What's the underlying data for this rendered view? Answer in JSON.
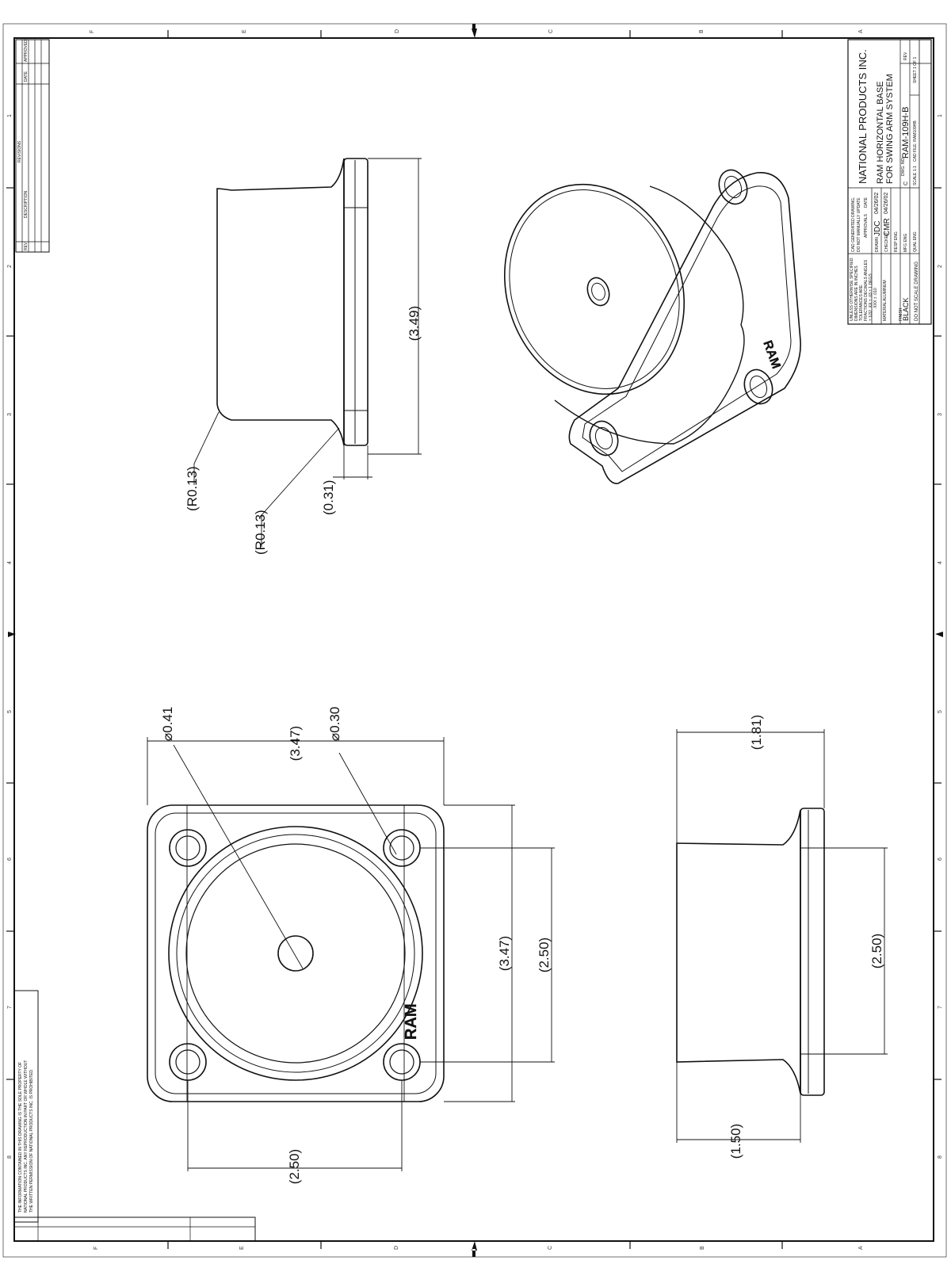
{
  "title_block": {
    "company": "NATIONAL PRODUCTS INC.",
    "part_title_line1": "RAM HORIZONTAL BASE",
    "part_title_line2": "FOR SWING ARM SYSTEM",
    "drawing_number": "RAM-109H-B",
    "size": "C",
    "dwg_no_label": "DWG. NO.",
    "rev_label": "REV",
    "scale_label": "SCALE 1:1",
    "cad_file": "CAD FILE: RAM109HB",
    "sheet": "SHEET 1 OF 1",
    "cad_note_1": "CAD GENERATED DRAWING,",
    "cad_note_2": "DO NOT MANUALLY UPDATE",
    "tolerance_1": "UNLESS OTHERWISE SPECIFIED:",
    "tolerance_2": "DIMENSIONS ARE IN INCHES",
    "tolerance_3": "TOLERANCES ARE:",
    "tolerance_4": "FRACTIONS  DECIMALS  ANGLES",
    "tolerance_5": "± 1/32   .XX ± .03   ± 1 DEGS",
    "tolerance_6": ".XXX ± .010",
    "material_label": "MATERIAL",
    "material": "ALUMINUM",
    "finish_label": "FINISH",
    "finish": "BLACK",
    "do_not_scale": "DO NOT SCALE DRAWING",
    "approvals_label": "APPROVALS",
    "date_label": "DATE",
    "drawn_label": "DRAWN",
    "drawn_by": "JDC",
    "drawn_date": "04/26/02",
    "checked_label": "CHECKED",
    "checked_by": "CMR",
    "checked_date": "04/26/02",
    "resp_eng": "RESP ENG",
    "mfg_eng": "MFG ENG",
    "qual_eng": "QUAL ENG"
  },
  "revision_block": {
    "title": "REVISIONS",
    "rev": "REV",
    "description": "DESCRIPTION",
    "date": "DATE",
    "approved": "APPROVED"
  },
  "proprietary_note": {
    "line1": "THE INFORMATION CONTAINED IN THIS DRAWING IS THE SOLE PROPERTY OF",
    "line2": "NATIONAL PRODUCTS INC. ANY REPRODUCTION IN PART OR WHOLE WITHOUT",
    "line3": "THE WRITTEN PERMISSION OF NATIONAL PRODUCTS INC. IS PROHIBITED."
  },
  "brand_mark": "RAM",
  "dimensions": {
    "side_height": "(3.49)",
    "side_flange": "(0.31)",
    "fillet_upper": "(R0.13)",
    "fillet_lower": "(R0.13)",
    "hole_center_dia": "⌀0.41",
    "hole_mount_dia": "⌀0.30",
    "base_width_top": "(3.47)",
    "base_width_side": "(3.47)",
    "hole_spacing_side": "(2.50)",
    "hole_spacing_bottom": "(2.50)",
    "profile_height": "(1.81)",
    "profile_spacing": "(2.50)",
    "profile_flange": "(1.50)"
  },
  "zones": {
    "numbers": [
      "1",
      "2",
      "3",
      "4",
      "5",
      "6",
      "7",
      "8"
    ],
    "letters": [
      "F",
      "E",
      "D",
      "C",
      "B",
      "A"
    ]
  }
}
